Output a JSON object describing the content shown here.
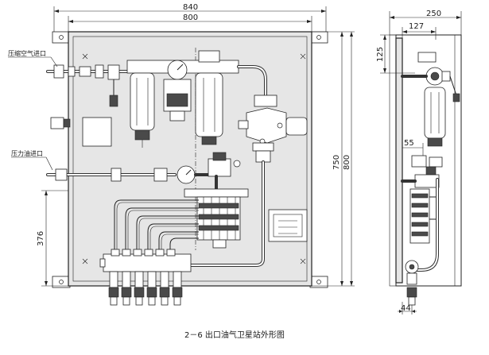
{
  "dimensions": {
    "front_outer_width": "840",
    "front_inner_width": "800",
    "front_height_outer": "800",
    "front_height_inner": "750",
    "front_lower_offset": "376",
    "side_width": "250",
    "side_inner_width": "127",
    "side_top_offset": "125",
    "side_mid_offset": "55",
    "side_bottom_offset": "44"
  },
  "labels": {
    "air_inlet": "压缩空气进口",
    "oil_inlet": "压力油进口"
  },
  "caption": "2－6 出口油气卫星站外形图",
  "colors": {
    "line": "#222222",
    "panel_fill": "#e6e6e6",
    "background": "#ffffff"
  }
}
